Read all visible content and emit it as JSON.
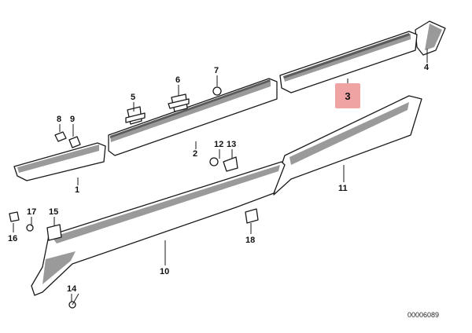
{
  "callouts": {
    "c1": "1",
    "c2": "2",
    "c3": "3",
    "c4": "4",
    "c5": "5",
    "c6": "6",
    "c7": "7",
    "c8": "8",
    "c9": "9",
    "c10": "10",
    "c11": "11",
    "c12": "12",
    "c13": "13",
    "c14": "14",
    "c15": "15",
    "c16": "16",
    "c17": "17",
    "c18": "18"
  },
  "highlighted_callout": "3",
  "highlight_color": "#f0a3a3",
  "diagram_code": "00006089"
}
